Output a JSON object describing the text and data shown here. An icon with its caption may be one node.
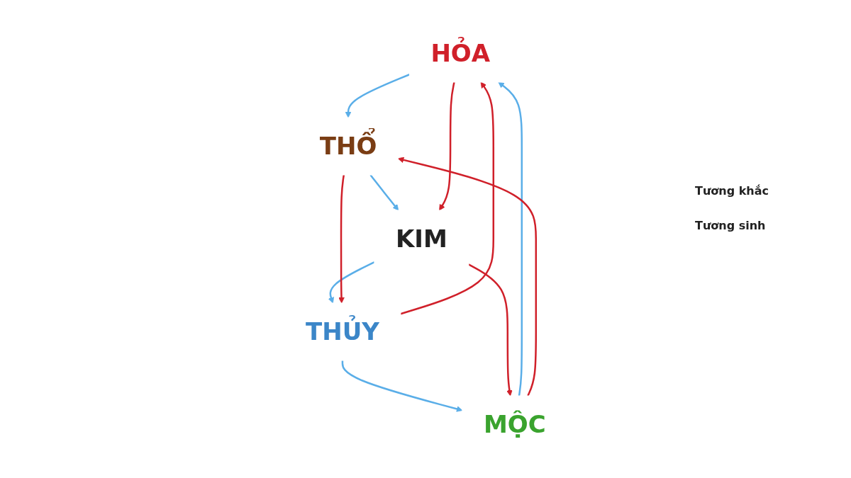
{
  "diagram": {
    "nodes": [
      {
        "text": [
          "HỎA"
        ]
      },
      {
        "text": [
          "MỘC"
        ]
      },
      {
        "text": [
          "THỔ"
        ]
      },
      {
        "text": [
          "THỦY"
        ]
      },
      {
        "text": [
          "KIM"
        ]
      }
    ],
    "edges": [
      {
        "from": 1,
        "to": 0,
        "arrow": "to",
        "color": "#5aaee8"
      },
      {
        "from": 0,
        "to": 2,
        "arrow": "to",
        "color": "#5aaee8"
      },
      {
        "from": 2,
        "to": 4,
        "arrow": "to",
        "color": "#5aaee8"
      },
      {
        "from": 4,
        "to": 3,
        "arrow": "to",
        "color": "#5aaee8"
      },
      {
        "from": 3,
        "to": 1,
        "arrow": "to",
        "color": "#5aaee8"
      },
      {
        "from": 1,
        "to": 2,
        "arrow": "to",
        "color": "#d0202a"
      },
      {
        "from": 2,
        "to": 3,
        "arrow": "to",
        "color": "#d0202a"
      },
      {
        "from": 3,
        "to": 0,
        "arrow": "to",
        "color": "#d0202a"
      },
      {
        "from": 0,
        "to": 4,
        "arrow": "to",
        "color": "#d0202a"
      },
      {
        "from": 4,
        "to": 1,
        "arrow": "to",
        "color": "#d0202a"
      }
    ],
    "labels": [
      "Tương khắc",
      "Tương sinh"
    ]
  }
}
